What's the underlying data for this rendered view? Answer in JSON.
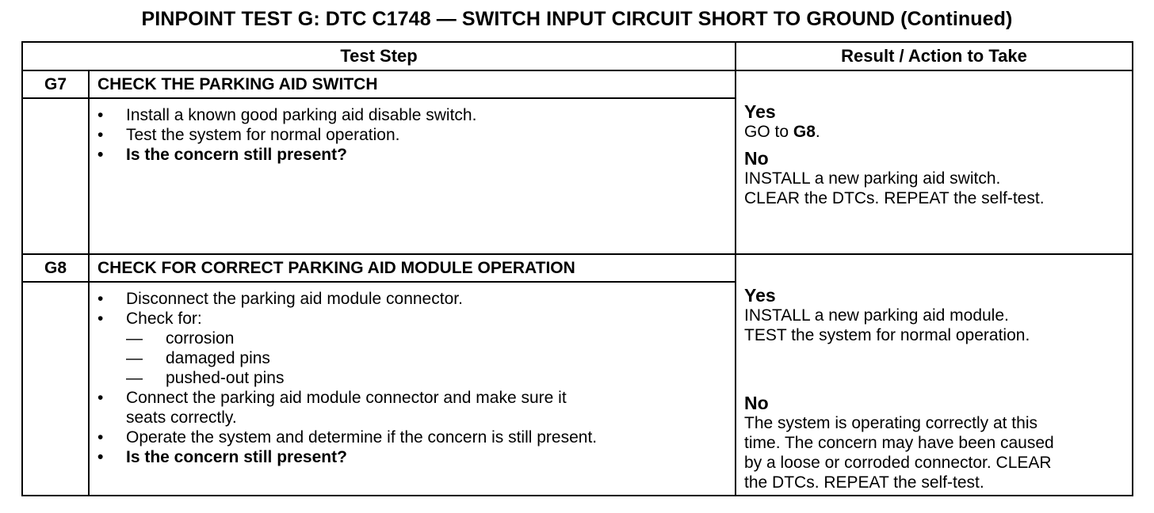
{
  "title": "PINPOINT TEST  G: DTC C1748 — SWITCH INPUT CIRCUIT SHORT TO GROUND (Continued)",
  "header": {
    "test_step": "Test Step",
    "result": "Result / Action to Take"
  },
  "steps": [
    {
      "id": "G7",
      "name": "CHECK THE PARKING AID SWITCH",
      "items": [
        "Install a known good parking aid disable switch.",
        "Test the system for normal operation."
      ],
      "question": "Is the concern still present?",
      "yes_label": "Yes",
      "yes_action_pre": "GO to ",
      "yes_action_ref": "G8",
      "yes_action_post": ".",
      "no_label": "No",
      "no_action_lines": [
        "INSTALL a new parking aid switch.",
        "CLEAR the DTCs. REPEAT the self-test."
      ]
    },
    {
      "id": "G8",
      "name": "CHECK FOR CORRECT PARKING AID MODULE OPERATION",
      "item_1": "Disconnect the parking aid module connector.",
      "item_2": "Check for:",
      "sub_items": [
        "corrosion",
        "damaged pins",
        "pushed-out pins"
      ],
      "item_3_lines": [
        "Connect the parking aid module connector and make sure it",
        "seats correctly."
      ],
      "item_4": "Operate the system and determine if the concern is still present.",
      "question": "Is the concern still present?",
      "yes_label": "Yes",
      "yes_action_lines": [
        "INSTALL a new parking aid module.",
        "TEST the system for normal operation."
      ],
      "no_label": "No",
      "no_action_lines": [
        "The system is operating correctly at this",
        "time. The concern may have been caused",
        "by a loose or corroded connector. CLEAR",
        "the DTCs. REPEAT the self-test."
      ]
    }
  ]
}
